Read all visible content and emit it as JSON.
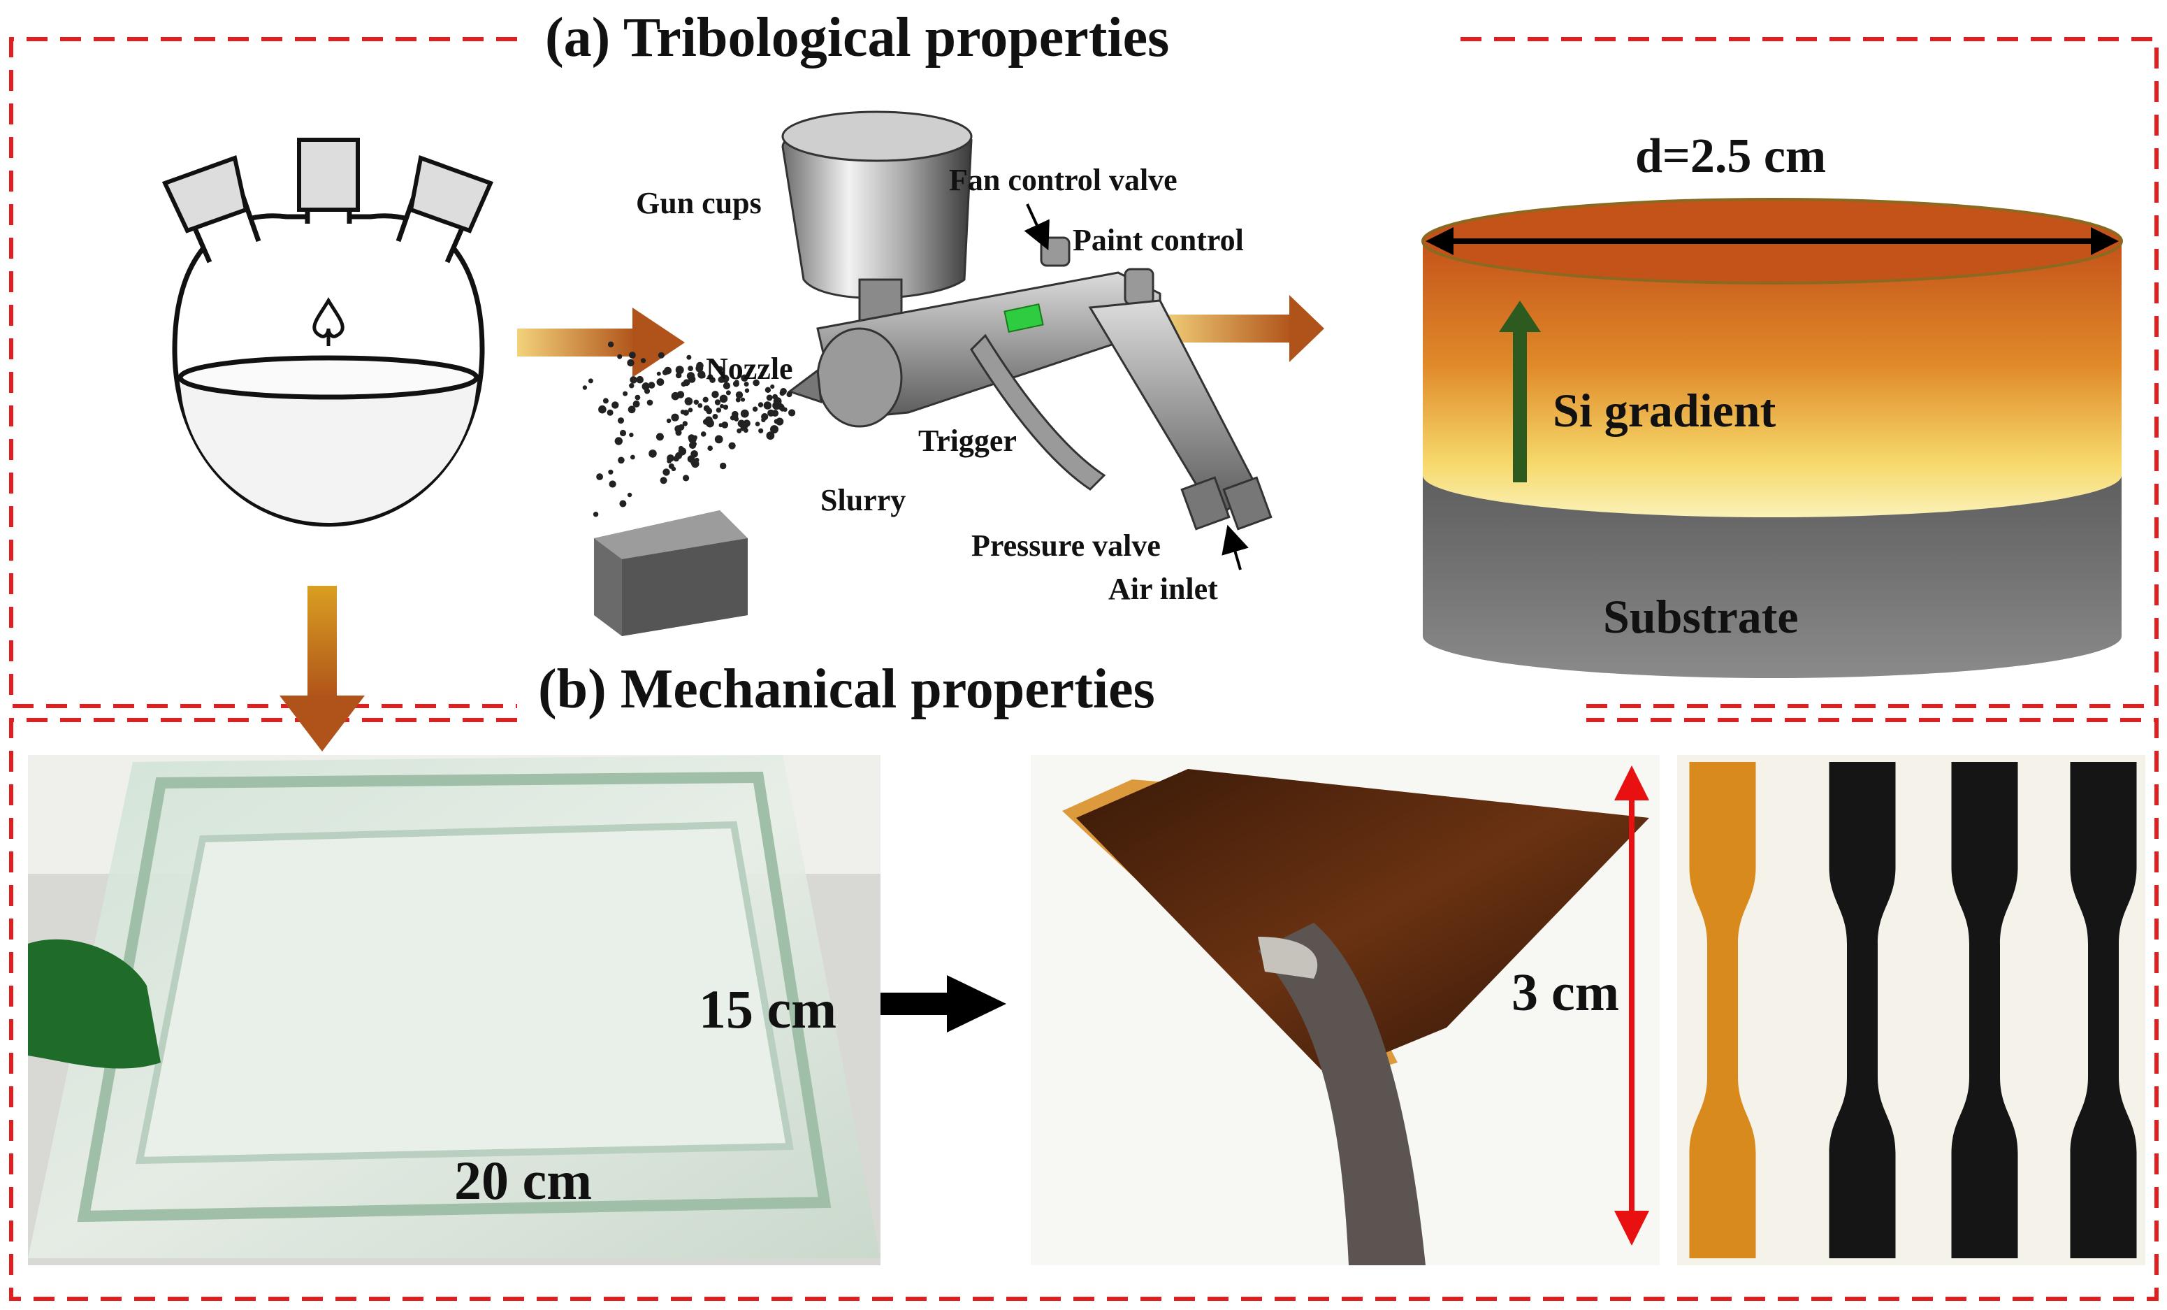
{
  "panel_a": {
    "title": "(a)  Tribological properties",
    "spray_gun_labels": {
      "gun_cups": "Gun cups",
      "fan_control_valve": "Fan control valve",
      "paint_control": "Paint control",
      "nozzle": "Nozzle",
      "trigger": "Trigger",
      "slurry": "Slurry",
      "pressure_valve": "Pressure valve",
      "air_inlet": "Air inlet"
    },
    "coating": {
      "diameter_label": "d=2.5 cm",
      "gradient_label": "Si gradient",
      "substrate_label": "Substrate"
    }
  },
  "panel_b": {
    "title": "(b)  Mechanical properties",
    "mold_height_label": "15 cm",
    "mold_width_label": "20 cm",
    "film_size_label": "3 cm"
  },
  "colors": {
    "frame_dash": "#e02020",
    "arrow_orange": "#c8741a",
    "film_amber": "#d88a1c",
    "substrate_gray": "#7a7a7a"
  }
}
